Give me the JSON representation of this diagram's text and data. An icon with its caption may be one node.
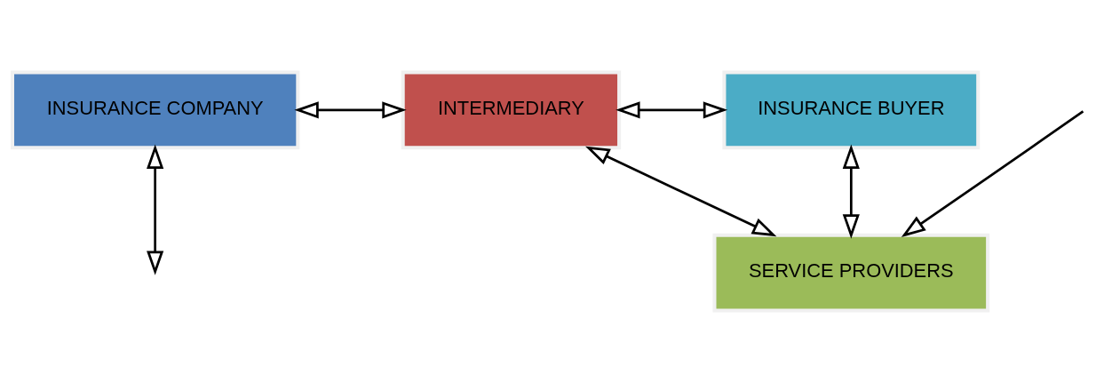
{
  "diagram": {
    "nodes": [
      {
        "text": [
          "INSURANCE COMPANY"
        ]
      },
      {
        "text": [
          "INTERMEDIARY"
        ]
      },
      {
        "text": [
          "INSURANCE BUYER"
        ]
      },
      {
        "text": [
          "SERVICE PROVIDERS"
        ]
      }
    ],
    "edges": [
      {
        "from": 0,
        "to": 1,
        "arrow": "both"
      },
      {
        "from": 1,
        "to": 2,
        "arrow": "both"
      },
      {
        "from": 1,
        "to": 3,
        "arrow": "both"
      },
      {
        "from": 0,
        "to": null,
        "arrow": "both"
      },
      {
        "from": null,
        "to": 3,
        "arrow": "to"
      },
      {
        "from": 2,
        "to": 3,
        "arrow": "both"
      }
    ]
  }
}
